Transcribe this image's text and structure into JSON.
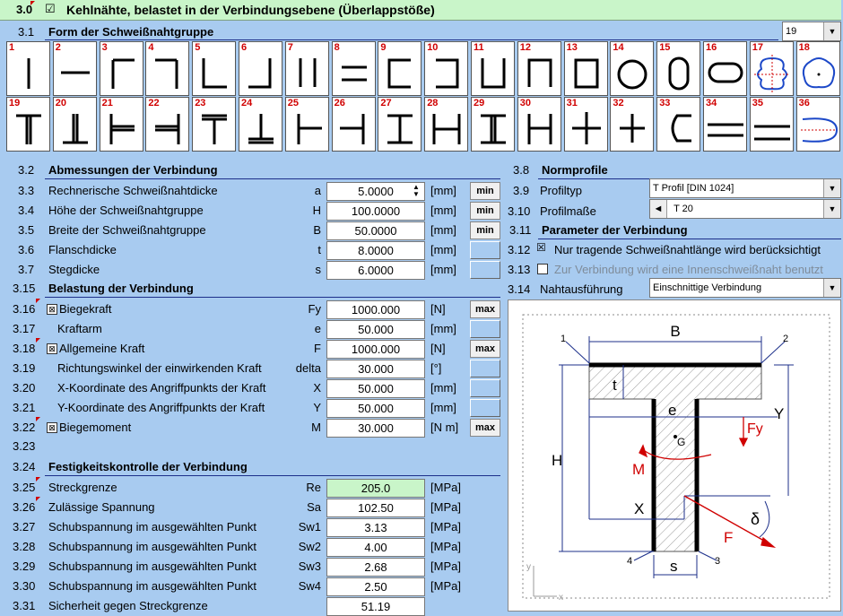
{
  "title": {
    "num": "3.0",
    "checked": "☑",
    "text": "Kehlnähte, belastet in der Verbindungsebene (Überlappstöße)"
  },
  "shape_section": {
    "num": "3.1",
    "label": "Form der Schweißnahtgruppe",
    "selected": "19"
  },
  "tiles_row1": [
    "1",
    "2",
    "3",
    "4",
    "5",
    "6",
    "7",
    "8",
    "9",
    "10",
    "11",
    "12",
    "13",
    "14",
    "15",
    "16",
    "17",
    "18"
  ],
  "tiles_row2": [
    "19",
    "20",
    "21",
    "22",
    "23",
    "24",
    "25",
    "26",
    "27",
    "28",
    "29",
    "30",
    "31",
    "32",
    "33",
    "34",
    "35",
    "36"
  ],
  "dims": {
    "num": "3.2",
    "label": "Abmessungen der Verbindung",
    "rows": [
      {
        "num": "3.3",
        "label": "Rechnerische Schweißnahtdicke",
        "sym": "a",
        "value": "5.0000",
        "unit": "[mm]",
        "btn": "min"
      },
      {
        "num": "3.4",
        "label": "Höhe der Schweißnahtgruppe",
        "sym": "H",
        "value": "100.0000",
        "unit": "[mm]",
        "btn": "min"
      },
      {
        "num": "3.5",
        "label": "Breite der Schweißnahtgruppe",
        "sym": "B",
        "value": "50.0000",
        "unit": "[mm]",
        "btn": "min"
      },
      {
        "num": "3.6",
        "label": "Flanschdicke",
        "sym": "t",
        "value": "8.0000",
        "unit": "[mm]",
        "btn": ""
      },
      {
        "num": "3.7",
        "label": "Stegdicke",
        "sym": "s",
        "value": "6.0000",
        "unit": "[mm]",
        "btn": ""
      }
    ]
  },
  "load": {
    "num": "3.15",
    "label": "Belastung der Verbindung",
    "rows": [
      {
        "num": "3.16",
        "label": "Biegekraft",
        "sym": "Fy",
        "value": "1000.000",
        "unit": "[N]",
        "btn": "max",
        "check": true
      },
      {
        "num": "3.17",
        "label": "Kraftarm",
        "sym": "e",
        "value": "50.000",
        "unit": "[mm]",
        "btn": "",
        "check": false
      },
      {
        "num": "3.18",
        "label": "Allgemeine Kraft",
        "sym": "F",
        "value": "1000.000",
        "unit": "[N]",
        "btn": "max",
        "check": true
      },
      {
        "num": "3.19",
        "label": "Richtungswinkel der einwirkenden Kraft",
        "sym": "delta",
        "value": "30.000",
        "unit": "[°]",
        "btn": "",
        "check": false
      },
      {
        "num": "3.20",
        "label": "X-Koordinate des Angriffpunkts der Kraft",
        "sym": "X",
        "value": "50.000",
        "unit": "[mm]",
        "btn": "",
        "check": false
      },
      {
        "num": "3.21",
        "label": "Y-Koordinate des Angriffpunkts der Kraft",
        "sym": "Y",
        "value": "50.000",
        "unit": "[mm]",
        "btn": "",
        "check": false
      },
      {
        "num": "3.22",
        "label": "Biegemoment",
        "sym": "M",
        "value": "30.000",
        "unit": "[N m]",
        "btn": "max",
        "check": true
      }
    ],
    "blank_num": "3.23"
  },
  "strength": {
    "num": "3.24",
    "label": "Festigkeitskontrolle der Verbindung",
    "rows": [
      {
        "num": "3.25",
        "label": "Streckgrenze",
        "sym": "Re",
        "value": "205.0",
        "unit": "[MPa]"
      },
      {
        "num": "3.26",
        "label": "Zulässige Spannung",
        "sym": "Sa",
        "value": "102.50",
        "unit": "[MPa]"
      },
      {
        "num": "3.27",
        "label": "Schubspannung im ausgewählten Punkt",
        "sym": "Sw1",
        "value": "3.13",
        "unit": "[MPa]"
      },
      {
        "num": "3.28",
        "label": "Schubspannung im ausgewählten Punkt",
        "sym": "Sw2",
        "value": "4.00",
        "unit": "[MPa]"
      },
      {
        "num": "3.29",
        "label": "Schubspannung im ausgewählten Punkt",
        "sym": "Sw3",
        "value": "2.68",
        "unit": "[MPa]"
      },
      {
        "num": "3.30",
        "label": "Schubspannung im ausgewählten Punkt",
        "sym": "Sw4",
        "value": "2.50",
        "unit": "[MPa]"
      },
      {
        "num": "3.31",
        "label": "Sicherheit gegen Streckgrenze",
        "sym": "",
        "value": "51.19",
        "unit": ""
      }
    ]
  },
  "profile": {
    "num": "3.8",
    "label": "Normprofile",
    "type_num": "3.9",
    "type_label": "Profiltyp",
    "type_value": "T Profil  [DIN 1024]",
    "dim_num": "3.10",
    "dim_label": "Profilmaße",
    "dim_value": "T 20",
    "dim_arrow": "◄"
  },
  "params": {
    "num": "3.11",
    "label": "Parameter der Verbindung",
    "opt1_num": "3.12",
    "opt1_label": "Nur tragende Schweißnahtlänge wird berücksichtigt",
    "opt1_checked": "☒",
    "opt2_num": "3.13",
    "opt2_label": "Zur Verbindung wird eine Innenschweißnaht benutzt",
    "opt2_checked": "",
    "exec_num": "3.14",
    "exec_label": "Nahtausführung",
    "exec_value": "Einschnittige Verbindung"
  },
  "diagram_labels": {
    "B": "B",
    "t": "t",
    "H": "H",
    "e": "e",
    "Fy": "Fy",
    "Y": "Y",
    "G": "G",
    "M": "M",
    "X": "X",
    "delta": "δ",
    "F": "F",
    "s": "s",
    "p1": "1",
    "p2": "2",
    "p3": "3",
    "p4": "4",
    "x": "x",
    "y": "y"
  },
  "colors": {
    "title_bg": "#c9f5c9",
    "bg": "#a8cbf0",
    "highlight": "#c9f5c9",
    "accent": "#d00000",
    "navy": "#1c2f8a"
  }
}
